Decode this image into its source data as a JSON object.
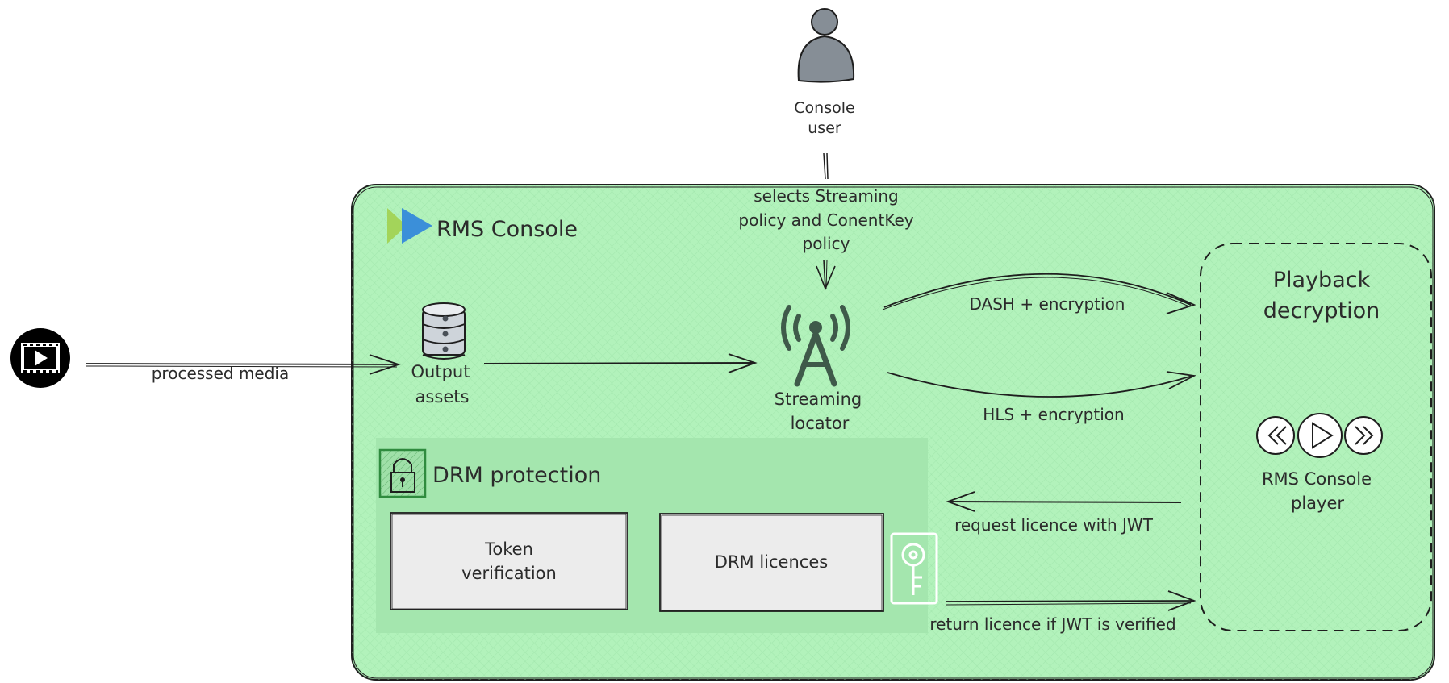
{
  "colors": {
    "console_bg": "#b2f2bb",
    "drm_bg": "#a4e6ae",
    "box_fill": "#ececec",
    "stroke": "#1e1e1e",
    "icon_dark": "#3f5a4a",
    "azure_blue": "#3b8fd9",
    "azure_green": "#a3d45a",
    "drm_icon_green": "#2f8b3e",
    "user_grey": "#868e96"
  },
  "icons": {
    "user": "person-icon",
    "media": "film-play-icon",
    "database": "database-icon",
    "tower": "antenna-tower-icon",
    "lock": "padlock-icon",
    "key": "key-card-icon",
    "logo": "rms-logo-icon",
    "player": "media-controls-icon"
  },
  "user": {
    "label_line1": "Console",
    "label_line2": "user"
  },
  "console": {
    "title": "RMS Console"
  },
  "edges": {
    "processed_media": "processed media",
    "selects_line1": "selects Streaming",
    "selects_line2": "policy and ConentKey",
    "selects_line3": "policy",
    "dash": "DASH + encryption",
    "hls": "HLS + encryption",
    "request": "request licence with JWT",
    "return": "return licence if JWT is verified"
  },
  "nodes": {
    "output_line1": "Output",
    "output_line2": "assets",
    "locator_line1": "Streaming",
    "locator_line2": "locator"
  },
  "playback": {
    "title_line1": "Playback",
    "title_line2": "decryption",
    "player_line1": "RMS Console",
    "player_line2": "player"
  },
  "drm": {
    "title": "DRM protection",
    "token_line1": "Token",
    "token_line2": "verification",
    "licences": "DRM licences"
  }
}
